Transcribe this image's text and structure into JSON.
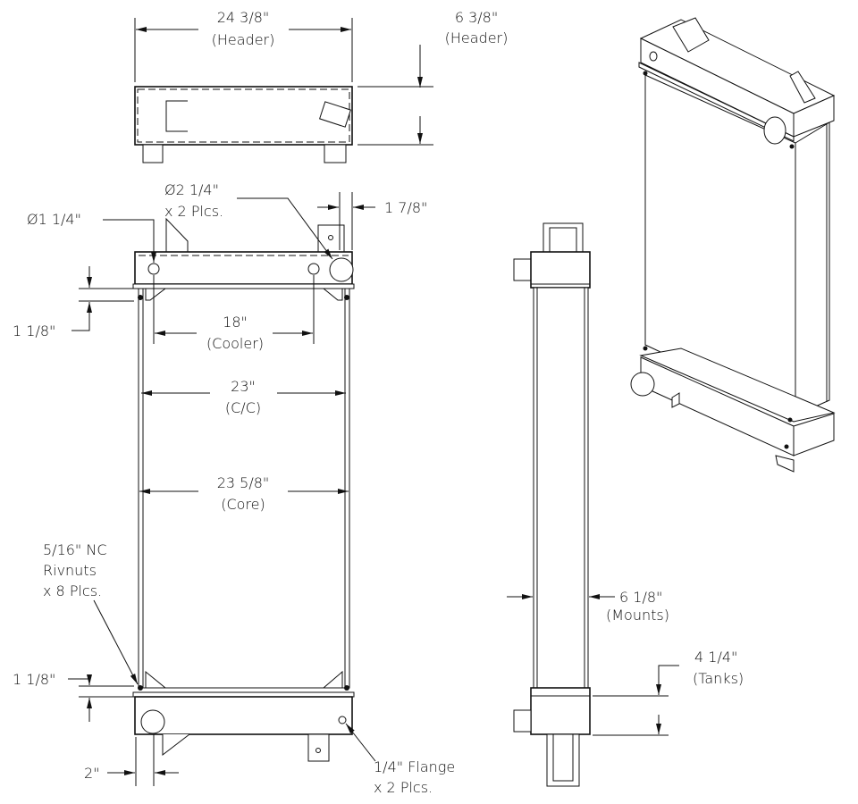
{
  "dimensions": {
    "header_width": {
      "value": "24 3/8\"",
      "note": "(Header)"
    },
    "header_height": {
      "value": "6 3/8\"",
      "note": "(Header)"
    },
    "outlet_dia": {
      "value": "Ø2 1/4\"",
      "note": "x 2 Plcs."
    },
    "inlet_dia": {
      "value": "Ø1 1/4\""
    },
    "mount_offset": {
      "value": "1 7/8\""
    },
    "top_rivnut_offset": {
      "value": "1 1/8\""
    },
    "cooler": {
      "value": "18\"",
      "note": "(Cooler)"
    },
    "cc": {
      "value": "23\"",
      "note": "(C/C)"
    },
    "core": {
      "value": "23 5/8\"",
      "note": "(Core)"
    },
    "rivnuts": {
      "line1": "5/16\" NC",
      "line2": "Rivnuts",
      "line3": "x 8 Plcs."
    },
    "bottom_rivnut_offset": {
      "value": "1 1/8\""
    },
    "nozzle_offset": {
      "value": "2\""
    },
    "flange": {
      "value": "1/4\" Flange",
      "note": "x 2 Plcs."
    },
    "mounts": {
      "value": "6 1/8\"",
      "note": "(Mounts)"
    },
    "tanks": {
      "value": "4 1/4\"",
      "note": "(Tanks)"
    }
  }
}
